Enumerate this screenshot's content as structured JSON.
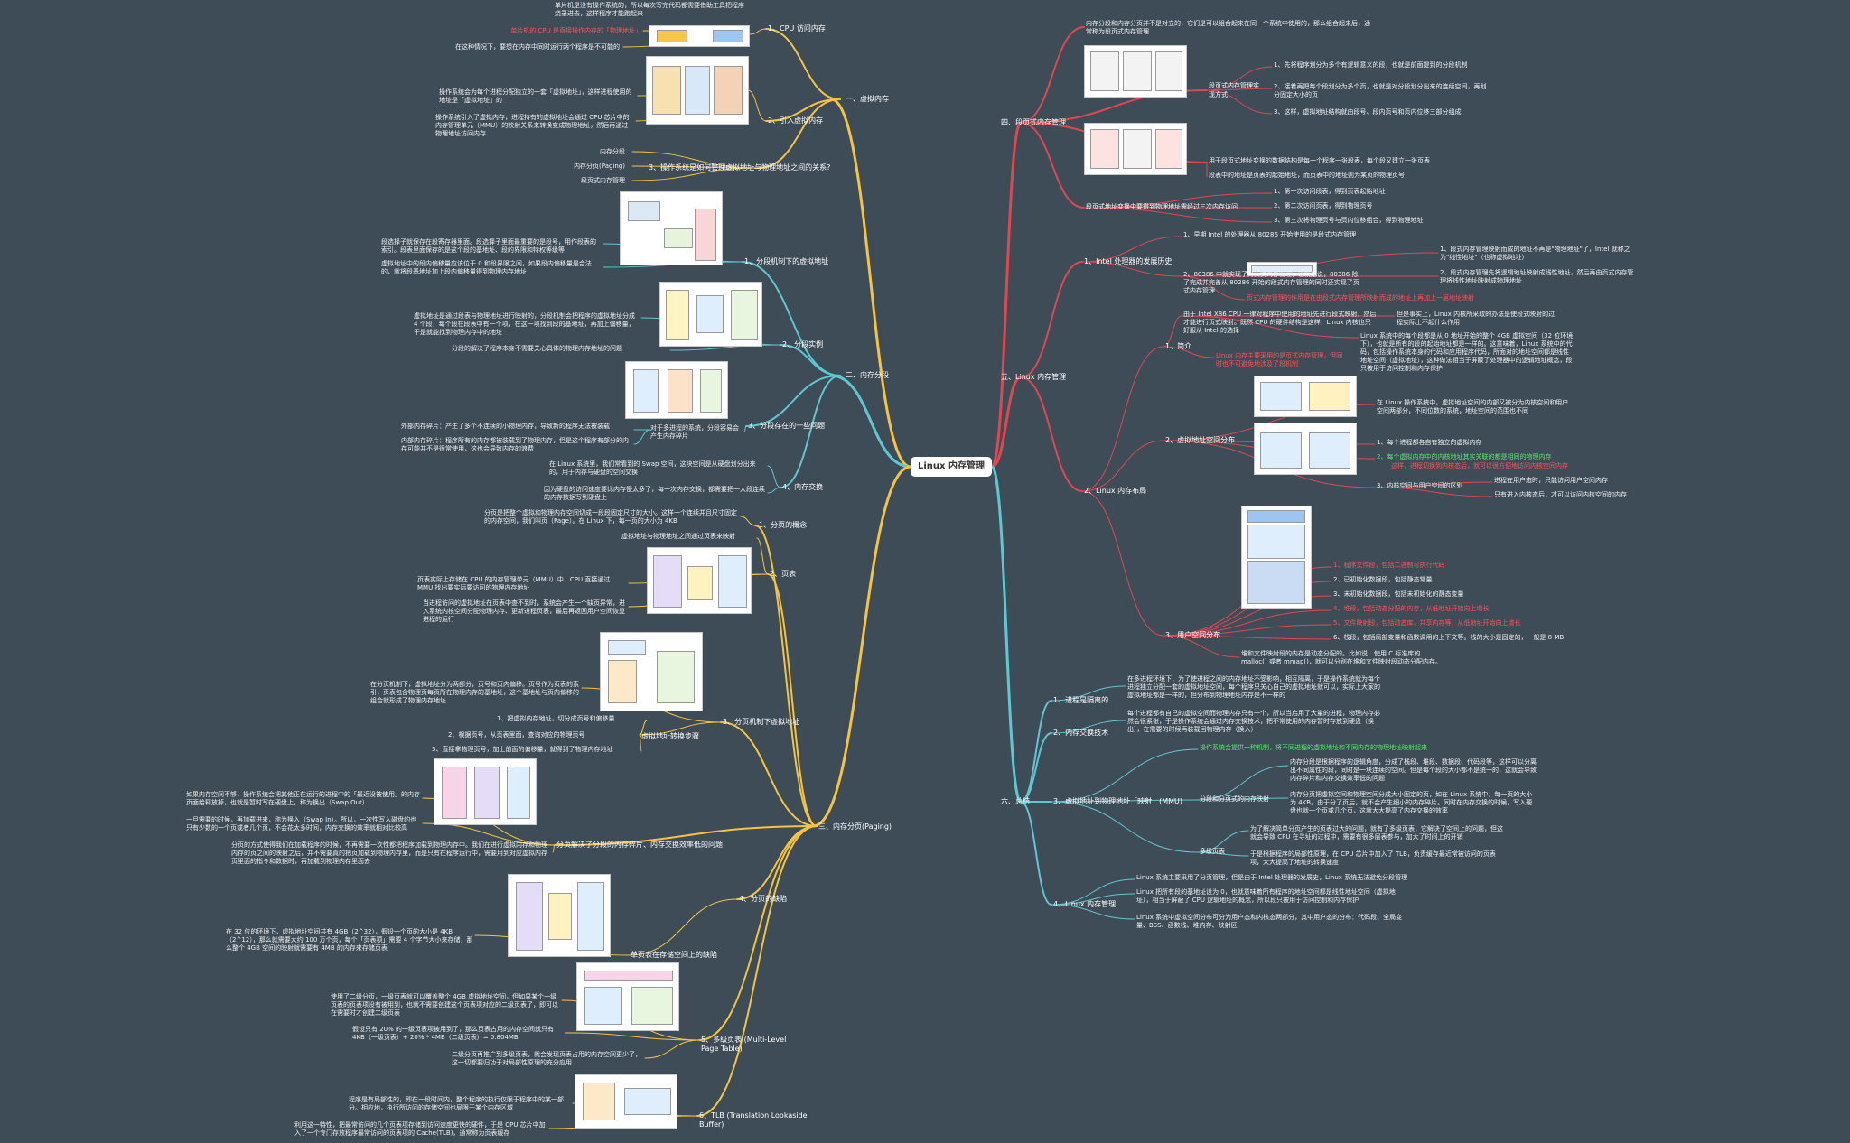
{
  "root": "Linux 内存管理",
  "colors": {
    "background": "#3e4c58",
    "yellow": "#f5c242",
    "teal": "#5fc7d1",
    "red": "#e0474f",
    "root_fill": "#ffffff"
  },
  "branches": {
    "b1": "一、虚拟内存",
    "b1_1": "1、CPU 访问内存",
    "b1_2": "2、引入虚拟内存",
    "b1_3": "3、操作系统是如何管理虚拟地址与物理地址之间的关系?",
    "b1_3_items": [
      "内存分段",
      "内存分页(Paging)",
      "段页式内存管理"
    ],
    "b2": "二、内存分段",
    "b2_1": "1、分段机制下的虚拟地址",
    "b2_2": "2、分段实例",
    "b2_3": "3、分段存在的一些问题",
    "b2_4": "4、内存交换",
    "b3": "三、内存分页(Paging)",
    "b3_1": "1、分页的概念",
    "b3_2": "2、页表",
    "b3_3": "3、分页机制下虚拟地址",
    "b3_3_sub": "虚拟地址转换步骤",
    "b3_4": "分页解决了分段的内存碎片、内存交换效率低的问题",
    "b3_5": "4、分页的缺陷",
    "b3_5_sub": "单页表在存储空间上的缺陷",
    "b3_6": "5、多级页表 (Multi-Level Page Table)",
    "b3_7": "6、TLB (Translation Lookaside Buffer)",
    "b4": "四、段页式内存管理",
    "b4_1": "段页式内存管理实现方式",
    "b4_2": "段页式地址变换中要得到物理地址需经过三次内存访问",
    "b5": "五、Linux 内存管理",
    "b5_1": "1、Intel 处理器的发展历史",
    "b5_2": "2、Linux 内存布局",
    "b5_2_1": "1、简介",
    "b5_2_2": "2、虚拟地址空间分布",
    "b5_2_3": "3、用户空间分布",
    "b6": "六、总结",
    "b6_1": "1、进程是隔离的",
    "b6_2": "2、内存交换技术",
    "b6_3": "3、虚拟地址到物理地址「映射」(MMU)",
    "b6_3_1": "分段和分页式的内存映射",
    "b6_3_2": "多级页表",
    "b6_4": "4、Linux 内存管理"
  },
  "texts": {
    "t01": "单片机是没有操作系统的，所以每次写完代码都需要借助工具把程序烧录进去，这样程序才能跑起来",
    "t02": "单片机的 CPU 是直接操作内存的「物理地址」",
    "t03": "在这种情况下，要想在内存中同时运行两个程序是不可能的",
    "t04": "操作系统会为每个进程分配独立的一套「虚拟地址」，这样进程使用的地址是「虚拟地址」的",
    "t05": "操作系统引入了虚拟内存，进程持有的虚拟地址会通过 CPU 芯片中的内存管理单元（MMU）的映射关系来转换变成物理地址，然后再通过物理地址访问内存",
    "t06": "段选择子就保存在段寄存器里面。段选择子里面最重要的是段号，用作段表的索引。段表里面保存的是这个段的基地址、段的界限和特权等级等",
    "t07": "虚拟地址中的段内偏移量应该位于 0 和段界限之间，如果段内偏移量是合法的，就将段基地址加上段内偏移量得到物理内存地址",
    "t08": "虚拟地址是通过段表与物理地址进行映射的，分段机制会把程序的虚拟地址分成 4 个段，每个段在段表中有一个项，在这一项找到段的基地址，再加上偏移量，于是就能找到物理内存中的地址",
    "t09": "分段的解决了程序本身不需要关心具体的物理内存地址的问题",
    "t10": "外部内存碎片：产生了多个不连续的小物理内存，导致新的程序无法被装载",
    "t11": "内部内存碎片：程序所有的内存都被装载到了物理内存，但是这个程序有部分的内存可能并不是很常使用，这也会导致内存的浪费",
    "t12": "对于多进程的系统，分段容易会产生内存碎片",
    "t13": "在 Linux 系统里，我们常看到的 Swap 空间，这块空间是从硬盘划分出来的，用于内存与硬盘的空间交换",
    "t14": "因为硬盘的访问速度要比内存慢太多了，每一次内存交换，都需要把一大段连续的内存数据写到硬盘上",
    "t15": "分页是把整个虚拟和物理内存空间切成一段段固定尺寸的大小。这样一个连续并且尺寸固定的内存空间，我们叫页（Page）。在 Linux 下，每一页的大小为 4KB",
    "t16": "虚拟地址与物理地址之间通过页表来映射",
    "t17": "页表实际上存储在 CPU 的内存管理单元（MMU）中，CPU 直接通过 MMU 找出要实际要访问的物理内存地址",
    "t18": "当进程访问的虚拟地址在页表中查不到时，系统会产生一个缺页异常，进入系统内核空间分配物理内存、更新进程页表，最后再返回用户空间恢复进程的运行",
    "t19": "在分页机制下，虚拟地址分为两部分，页号和页内偏移。页号作为页表的索引，页表包含物理页每页所在物理内存的基地址，这个基地址与页内偏移的组合就形成了物理内存地址",
    "t20": "1、把虚拟内存地址，切分成页号和偏移量",
    "t21": "2、根据页号，从页表里面，查询对应的物理页号",
    "t22": "3、直接拿物理页号，加上前面的偏移量，就得到了物理内存地址",
    "t23": "如果内存空间不够，操作系统会把其他正在运行的进程中的「最近没被使用」的内存页面给释放掉，也就是暂时写在硬盘上，称为换出（Swap Out）",
    "t24": "一旦需要的时候，再加载进来，称为换入（Swap In）。所以，一次性写入磁盘的也只有少数的一个页或者几个页，不会花太多时间，内存交换的效率就相对比较高",
    "t25": "分页的方式使得我们在加载程序的时候，不再需要一次性都把程序加载到物理内存中。我们在进行虚拟内存和物理内存的页之间的映射之后，并不需要真的把页加载到物理内存里，而是只有在程序运行中，需要用到对应虚拟内存页里面的指令和数据时，再加载到物理内存里面去",
    "t26": "在 32 位的环境下，虚拟地址空间共有 4GB（2^32），假设一个页的大小是 4KB（2^12），那么就需要大约 100 万个页，每个「页表项」需要 4 个字节大小来存储，那么整个 4GB 空间的映射就需要有 4MB 的内存来存储页表",
    "t27": "使用了二级分页，一级页表就可以覆盖整个 4GB 虚拟地址空间，但如果某个一级页表的页表项没有被用到，也就不需要创建这个页表项对应的二级页表了，即可以在需要时才创建二级页表",
    "t28": "假设只有 20% 的一级页表项被用到了，那么页表占用的内存空间就只有 4KB（一级页表）+ 20% * 4MB（二级页表）= 0.804MB",
    "t29": "二级分页再推广到多级页表，就会发现页表占用的内存空间更少了，这一切都要归功于对局部性原理的充分应用",
    "t30": "程序是有局部性的，即在一段时间内，整个程序的执行仅限于程序中的某一部分。相应地，执行所访问的存储空间也局限于某个内存区域",
    "t31": "利用这一特性，把最常访问的几个页表项存储到访问速度更快的硬件，于是 CPU 芯片中加入了一个专门存放程序最常访问的页表项的 Cache(TLB)，通常称为页表缓存",
    "t32": "内存分段和内存分页并不是对立的，它们是可以组合起来在同一个系统中使用的，那么组合起来后，通常称为段页式内存管理",
    "t33": "1、先将程序划分为多个有逻辑意义的段，也就是前面提到的分段机制",
    "t34": "2、接着再把每个段划分为多个页，也就是对分段划分出来的连续空间，再划分固定大小的页",
    "t35": "3、这样，虚拟地址结构就由段号、段内页号和页内位移三部分组成",
    "t36": "用于段页式地址变换的数据结构是每一个程序一张段表，每个段又建立一张页表",
    "t37": "段表中的地址是页表的起始地址，而页表中的地址则为某页的物理页号",
    "t38": "1、第一次访问段表，得到页表起始地址",
    "t39": "2、第二次访问页表，得到物理页号",
    "t40": "3、第三次将物理页号与页内位移组合，得到物理地址",
    "t41": "1、早期 Intel 的处理器从 80286 开始使用的是段式内存管理",
    "t42": "2、80386 中就实现了对页式内存管理，也就是说，80386 除了完成并完善从 80286 开始的段式内存管理的同时还实现了页式内存管理",
    "t43": "1、段式内存管理映射而成的地址不再是\"物理地址\"了，Intel 就称之为\"线性地址\"（也称虚拟地址）",
    "t44": "2、段式内存管理先将逻辑地址映射成线性地址，然后再由页式内存管理将线性地址映射成物理地址",
    "t45": "页式内存管理的作用是在由段式内存管理所映射而成的地址上再加上一层地址映射",
    "t46": "由于 Intel X86 CPU 一律对程序中使用的地址先进行段式映射，然后才能进行页式映射。既然 CPU 的硬件结构是这样，Linux 内核也只好服从 Intel 的选择",
    "t47": "但是事实上，Linux 内核所采取的办法是使段式映射的过程实际上不起什么作用",
    "t48": "Linux 系统中的每个段都是从 0 地址开始的整个 4GB 虚拟空间（32 位环境下），也就是所有的段的起始地址都是一样的。这意味着，Linux 系统中的代码，包括操作系统本身的代码和应用程序代码，所面对的地址空间都是线性地址空间（虚拟地址），这种做法相当于屏蔽了处理器中的逻辑地址概念，段只被用于访问控制和内存保护",
    "t49": "Linux 内存主要采用的是页式内存管理，但同时也不可避免地涉及了段机制",
    "t50": "在 Linux 操作系统中，虚拟地址空间的内部又被分为内核空间和用户空间两部分，不同位数的系统，地址空间的范围也不同",
    "t51": "1、每个进程都各自有独立的虚拟内存",
    "t52": "2、每个虚拟内存中的内核地址其实关联的都是相同的物理内存",
    "t53": "这样，进程切换到内核态后，就可以很方便地访问内核空间内存",
    "t54": "3、内核空间与用户空间的区别",
    "t55": "进程在用户态时，只能访问用户空间内存",
    "t56": "只有进入内核态后，才可以访问内核空间的内存",
    "t57": "1、程序文件段，包括二进制可执行代码",
    "t58": "2、已初始化数据段，包括静态常量",
    "t59": "3、未初始化数据段，包括未初始化的静态变量",
    "t60": "4、堆段，包括动态分配的内存，从低地址开始向上增长",
    "t61": "5、文件映射段，包括动态库、共享内存等，从低地址开始向上增长",
    "t62": "6、栈段，包括局部变量和函数调用的上下文等。栈的大小是固定的，一般是 8 MB",
    "t63": "堆和文件映射段的内存是动态分配的。比如说，使用 C 标准库的 malloc() 或者 mmap()，就可以分别在堆和文件映射段动态分配内存。",
    "t64": "在多进程环境下，为了使进程之间的内存地址不受影响，相互隔离，于是操作系统就为每个进程独立分配一套的虚拟地址空间，每个程序只关心自己的虚拟地址就可以，实际上大家的虚拟地址都是一样的，但分布到物理地址内存是不一样的",
    "t65": "每个进程都有自己的虚拟空间而物理内存只有一个，所以当启用了大量的进程，物理内存必然会很紧张，于是操作系统会通过内存交换技术，把不常使用的内存暂时存放到硬盘（换出），在需要的时候再装载回物理内存（换入）",
    "t66": "操作系统会提供一种机制，将不同进程的虚拟地址和不同内存的物理地址映射起来",
    "t67": "内存分段是根据程序的逻辑角度，分成了栈段、堆段、数据段、代码段等，这样可以分离出不同属性的段，同时是一块连续的空间。但是每个段的大小都不是统一的，这就会导致内存碎片和内存交换效率低的问题",
    "t68": "内存分页把虚拟空间和物理空间分成大小固定的页，如在 Linux 系统中，每一页的大小为 4KB。由于分了页后，就不会产生细小的内存碎片。同时在内存交换的时候，写入硬盘也就一个页或几个页，这就大大提高了内存交换的效率",
    "t69": "为了解决简单分页产生的页表过大的问题，就有了多级页表，它解决了空间上的问题，但这就会导致 CPU 在寻址的过程中，需要有很多层表参与，加大了时间上的开销",
    "t70": "于是根据程序的局部性原理，在 CPU 芯片中加入了 TLB，负责缓存最近常被访问的页表项，大大提高了地址的转换速度",
    "t71": "Linux 系统主要采用了分页管理，但是由于 Intel 处理器的发展史，Linux 系统无法避免分段管理",
    "t72": "Linux 把所有段的基地址设为 0，也就意味着所有程序的地址空间都是线性地址空间（虚拟地址），相当于屏蔽了 CPU 逻辑地址的概念，所以段只被用于访问控制和内存保护",
    "t73": "Linux 系统中虚拟空间分布可分为用户态和内核态两部分，其中用户态的分布：代码段、全局变量、BSS、函数栈、堆内存、映射区"
  }
}
